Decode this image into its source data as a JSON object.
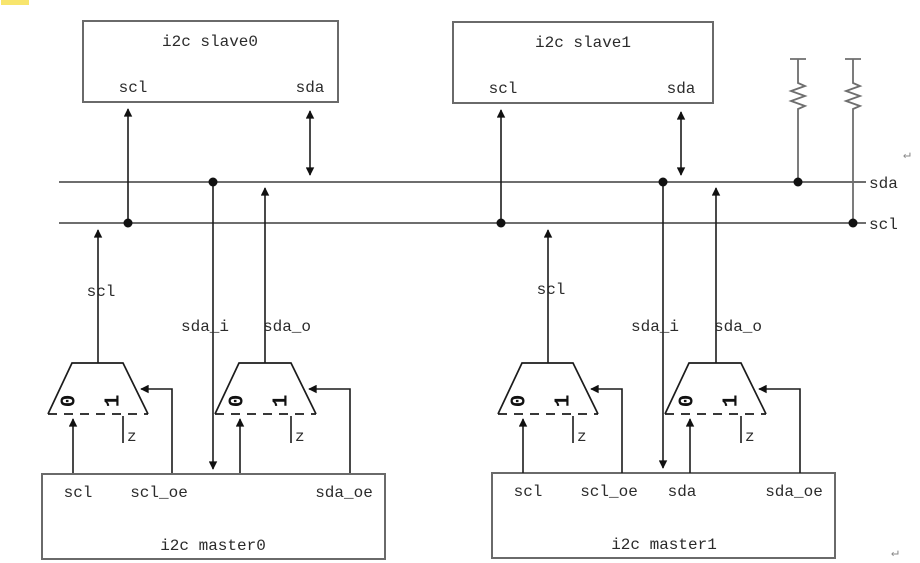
{
  "page": {
    "background_color": "#ffffff",
    "highlight_marker_color": "#f8e56d",
    "bus_line_color": "#6e6e6e",
    "wire_color": "#1c1c1c",
    "text_color": "#2b2b2b",
    "return_mark": "↵"
  },
  "bus": {
    "sda_label": "sda",
    "scl_label": "scl"
  },
  "slave0": {
    "title": "i2c slave0",
    "pin_scl": "scl",
    "pin_sda": "sda"
  },
  "slave1": {
    "title": "i2c slave1",
    "pin_scl": "scl",
    "pin_sda": "sda"
  },
  "master0": {
    "title": "i2c master0",
    "pin_scl": "scl",
    "pin_scl_oe": "scl_oe",
    "pin_sda_oe": "sda_oe",
    "net_scl": "scl",
    "net_sda_i": "sda_i",
    "net_sda_o": "sda_o",
    "mux_in0": "0",
    "mux_in1": "1",
    "z_label": "z"
  },
  "master1": {
    "title": "i2c master1",
    "pin_scl": "scl",
    "pin_scl_oe": "scl_oe",
    "pin_sda": "sda",
    "pin_sda_oe": "sda_oe",
    "net_scl": "scl",
    "net_sda_i": "sda_i",
    "net_sda_o": "sda_o",
    "mux_in0": "0",
    "mux_in1": "1",
    "z_label": "z"
  }
}
